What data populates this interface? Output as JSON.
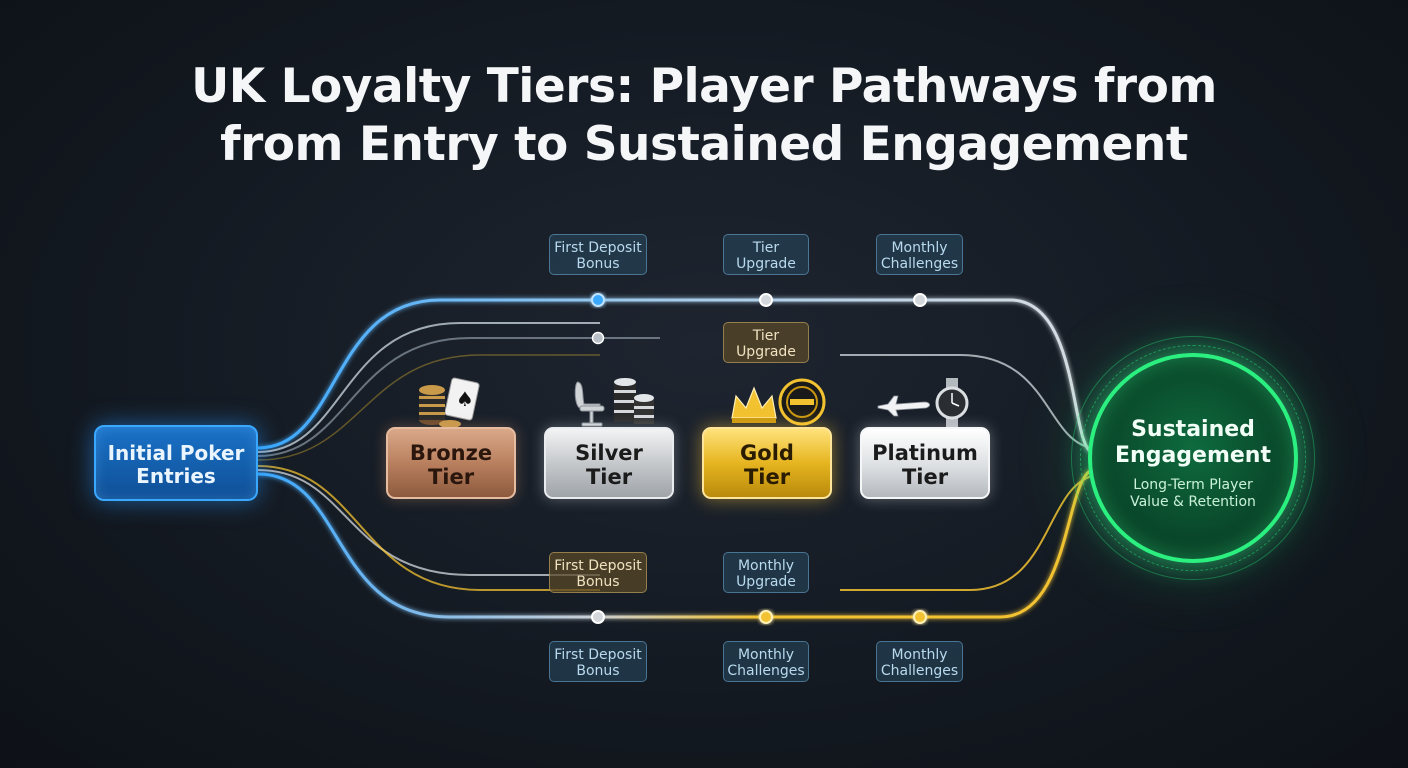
{
  "title": {
    "line1": "UK Loyalty Tiers: Player Pathways from",
    "line2": "from Entry to Sustained Engagement"
  },
  "entry": {
    "line1": "Initial Poker",
    "line2": "Entries"
  },
  "tiers": [
    {
      "line1": "Bronze",
      "line2": "Tier",
      "icon": "poker-chips-and-card-icon"
    },
    {
      "line1": "Silver",
      "line2": "Tier",
      "icon": "chair-and-chips-icon"
    },
    {
      "line1": "Gold",
      "line2": "Tier",
      "icon": "crown-and-medal-icon"
    },
    {
      "line1": "Platinum",
      "line2": "Tier",
      "icon": "jet-and-watch-icon"
    }
  ],
  "goal": {
    "title1": "Sustained",
    "title2": "Engagement",
    "sub1": "Long-Term Player",
    "sub2": "Value & Retention"
  },
  "labels": {
    "top": [
      {
        "line1": "First Deposit",
        "line2": "Bonus"
      },
      {
        "line1": "Tier",
        "line2": "Upgrade"
      },
      {
        "line1": "Monthly",
        "line2": "Challenges"
      }
    ],
    "upper_mid": {
      "line1": "Tier",
      "line2": "Upgrade"
    },
    "lower_mid": [
      {
        "line1": "First Deposit",
        "line2": "Bonus"
      },
      {
        "line1": "Monthly",
        "line2": "Upgrade"
      }
    ],
    "bottom": [
      {
        "line1": "First Deposit",
        "line2": "Bonus"
      },
      {
        "line1": "Monthly",
        "line2": "Challenges"
      },
      {
        "line1": "Monthly",
        "line2": "Challenges"
      }
    ]
  },
  "colors": {
    "blue_path": "#3aa8ff",
    "silver_path": "#c9ced4",
    "gold_path": "#f2c230",
    "goal_green": "#2bf07f"
  }
}
